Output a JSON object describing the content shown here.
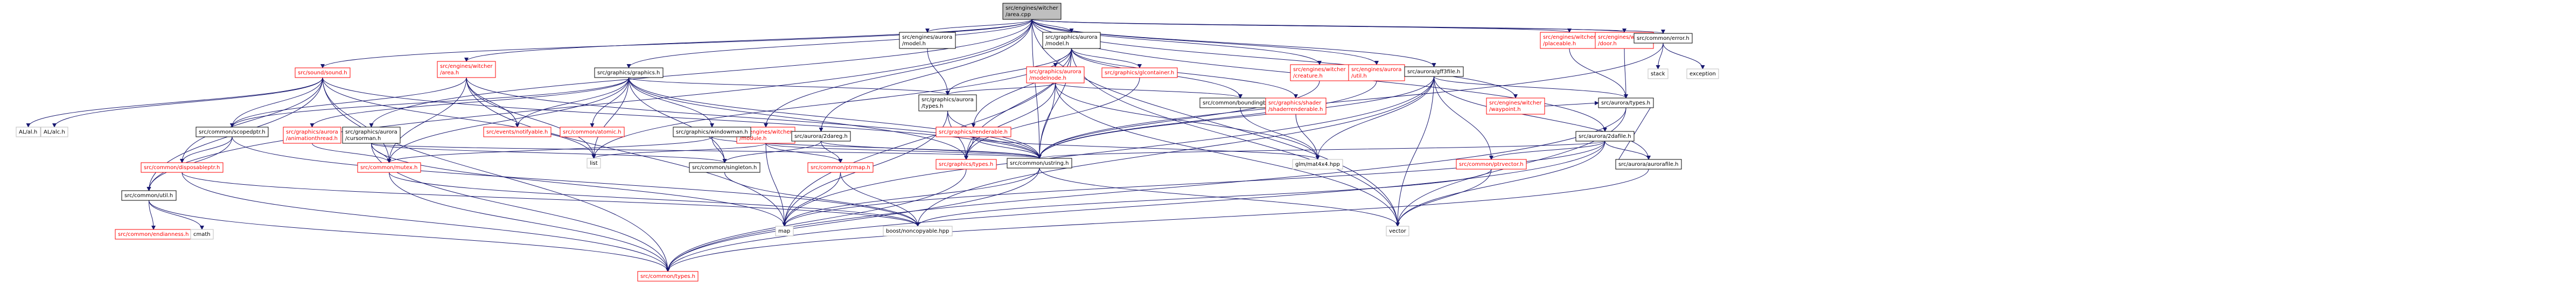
{
  "colors": {
    "background": "#ffffff",
    "root_fill": "#bfbfbf",
    "node_fill": "#ffffff",
    "border_black": "#000000",
    "border_red": "#ff0000",
    "border_gray": "#bfbfbf",
    "text_default": "#000000",
    "text_link": "#ff0000",
    "edge": "#191970"
  },
  "nodes": [
    {
      "id": "root",
      "lines": [
        "src/engines/witcher",
        "/area.cpp"
      ],
      "style": "root"
    },
    {
      "id": "sound",
      "lines": [
        "src/sound/sound.h"
      ],
      "style": "red"
    },
    {
      "id": "gfx",
      "lines": [
        "src/graphics/graphics.h"
      ],
      "style": "black"
    },
    {
      "id": "cursorman",
      "lines": [
        "src/graphics/aurora",
        "/cursorman.h"
      ],
      "style": "black"
    },
    {
      "id": "witcharea",
      "lines": [
        "src/engines/witcher",
        "/area.h"
      ],
      "style": "red"
    },
    {
      "id": "witchmodule",
      "lines": [
        "src/engines/witcher",
        "/module.h"
      ],
      "style": "red"
    },
    {
      "id": "auroramodel",
      "lines": [
        "src/engines/aurora",
        "/model.h"
      ],
      "style": "black"
    },
    {
      "id": "model",
      "lines": [
        "src/graphics/aurora",
        "/model.h"
      ],
      "style": "black"
    },
    {
      "id": "modelnode",
      "lines": [
        "src/graphics/aurora",
        "/modelnode.h"
      ],
      "style": "red"
    },
    {
      "id": "glcontainer",
      "lines": [
        "src/graphics/glcontainer.h"
      ],
      "style": "red"
    },
    {
      "id": "creature",
      "lines": [
        "src/engines/witcher",
        "/creature.h"
      ],
      "style": "red"
    },
    {
      "id": "aurorautil",
      "lines": [
        "src/engines/aurora",
        "/util.h"
      ],
      "style": "red"
    },
    {
      "id": "gff3file",
      "lines": [
        "src/aurora/gff3file.h"
      ],
      "style": "black"
    },
    {
      "id": "waypoint",
      "lines": [
        "src/engines/witcher",
        "/waypoint.h"
      ],
      "style": "red"
    },
    {
      "id": "placeable",
      "lines": [
        "src/engines/witcher",
        "/placeable.h"
      ],
      "style": "red"
    },
    {
      "id": "door",
      "lines": [
        "src/engines/witcher",
        "/door.h"
      ],
      "style": "red"
    },
    {
      "id": "error",
      "lines": [
        "src/common/error.h"
      ],
      "style": "black"
    },
    {
      "id": "stack",
      "lines": [
        "stack"
      ],
      "style": "gray"
    },
    {
      "id": "exception",
      "lines": [
        "exception"
      ],
      "style": "gray"
    },
    {
      "id": "alh",
      "lines": [
        "AL/al.h"
      ],
      "style": "gray"
    },
    {
      "id": "alch",
      "lines": [
        "AL/alc.h"
      ],
      "style": "gray"
    },
    {
      "id": "scopedptr",
      "lines": [
        "src/common/scopedptr.h"
      ],
      "style": "black"
    },
    {
      "id": "ustring",
      "lines": [
        "src/common/ustring.h"
      ],
      "style": "black"
    },
    {
      "id": "list",
      "lines": [
        "list"
      ],
      "style": "gray"
    },
    {
      "id": "disposableptr",
      "lines": [
        "src/common/disposableptr.h"
      ],
      "style": "red"
    },
    {
      "id": "animthread",
      "lines": [
        "src/graphics/aurora",
        "/animationthread.h"
      ],
      "style": "red"
    },
    {
      "id": "notifyable",
      "lines": [
        "src/events/notifyable.h"
      ],
      "style": "red"
    },
    {
      "id": "atomic",
      "lines": [
        "src/common/atomic.h"
      ],
      "style": "red"
    },
    {
      "id": "windowman",
      "lines": [
        "src/graphics/windowman.h"
      ],
      "style": "black"
    },
    {
      "id": "cutil",
      "lines": [
        "src/common/util.h"
      ],
      "style": "black"
    },
    {
      "id": "mutex",
      "lines": [
        "src/common/mutex.h"
      ],
      "style": "red"
    },
    {
      "id": "singleton",
      "lines": [
        "src/common/singleton.h"
      ],
      "style": "black"
    },
    {
      "id": "ptrmap",
      "lines": [
        "src/common/ptrmap.h"
      ],
      "style": "red"
    },
    {
      "id": "types2da",
      "lines": [
        "src/aurora/2dareg.h"
      ],
      "style": "black"
    },
    {
      "id": "auroratypes",
      "lines": [
        "src/graphics/aurora",
        "/types.h"
      ],
      "style": "black"
    },
    {
      "id": "renderable",
      "lines": [
        "src/graphics/renderable.h"
      ],
      "style": "red"
    },
    {
      "id": "gfxtypes",
      "lines": [
        "src/graphics/types.h"
      ],
      "style": "red"
    },
    {
      "id": "boundingbox",
      "lines": [
        "src/common/boundingbox.h"
      ],
      "style": "black"
    },
    {
      "id": "shaderrenderable",
      "lines": [
        "src/graphics/shader",
        "/shaderrenderable.h"
      ],
      "style": "red"
    },
    {
      "id": "mat4",
      "lines": [
        "glm/mat4x4.hpp"
      ],
      "style": "gray"
    },
    {
      "id": "twodafile",
      "lines": [
        "src/aurora/2dafile.h"
      ],
      "style": "black"
    },
    {
      "id": "ptrvector",
      "lines": [
        "src/common/ptrvector.h"
      ],
      "style": "red"
    },
    {
      "id": "aurorafile",
      "lines": [
        "src/aurora/aurorafile.h"
      ],
      "style": "black"
    },
    {
      "id": "auroratypesh",
      "lines": [
        "src/aurora/types.h"
      ],
      "style": "black"
    },
    {
      "id": "endianness",
      "lines": [
        "src/common/endianness.h"
      ],
      "style": "red"
    },
    {
      "id": "cmath",
      "lines": [
        "cmath"
      ],
      "style": "gray"
    },
    {
      "id": "map",
      "lines": [
        "map"
      ],
      "style": "gray"
    },
    {
      "id": "noncopyable",
      "lines": [
        "boost/noncopyable.hpp"
      ],
      "style": "gray"
    },
    {
      "id": "vector",
      "lines": [
        "vector"
      ],
      "style": "gray"
    },
    {
      "id": "ctypes",
      "lines": [
        "src/common/types.h"
      ],
      "style": "red"
    }
  ],
  "edges": [
    [
      "root",
      "sound"
    ],
    [
      "root",
      "gfx"
    ],
    [
      "root",
      "cursorman"
    ],
    [
      "root",
      "witcharea"
    ],
    [
      "root",
      "witchmodule"
    ],
    [
      "root",
      "auroramodel"
    ],
    [
      "root",
      "model"
    ],
    [
      "root",
      "types2da"
    ],
    [
      "root",
      "gff3file"
    ],
    [
      "root",
      "creature"
    ],
    [
      "root",
      "waypoint"
    ],
    [
      "root",
      "placeable"
    ],
    [
      "root",
      "door"
    ],
    [
      "root",
      "error"
    ],
    [
      "root",
      "cutil"
    ],
    [
      "root",
      "ustring"
    ],
    [
      "root",
      "aurorautil"
    ],
    [
      "root",
      "vector"
    ],
    [
      "root",
      "twodafile"
    ],
    [
      "error",
      "stack"
    ],
    [
      "error",
      "exception"
    ],
    [
      "error",
      "ustring"
    ],
    [
      "sound",
      "alh"
    ],
    [
      "sound",
      "alch"
    ],
    [
      "sound",
      "scopedptr"
    ],
    [
      "sound",
      "disposableptr"
    ],
    [
      "sound",
      "ustring"
    ],
    [
      "sound",
      "mutex"
    ],
    [
      "sound",
      "cutil"
    ],
    [
      "sound",
      "list"
    ],
    [
      "sound",
      "ctypes"
    ],
    [
      "gfx",
      "scopedptr"
    ],
    [
      "gfx",
      "ustring"
    ],
    [
      "gfx",
      "list"
    ],
    [
      "gfx",
      "animthread"
    ],
    [
      "gfx",
      "notifyable"
    ],
    [
      "gfx",
      "atomic"
    ],
    [
      "gfx",
      "windowman"
    ],
    [
      "gfx",
      "mutex"
    ],
    [
      "gfx",
      "singleton"
    ],
    [
      "gfx",
      "auroratypes"
    ],
    [
      "gfx",
      "gfxtypes"
    ],
    [
      "cursorman",
      "ustring"
    ],
    [
      "cursorman",
      "singleton"
    ],
    [
      "cursorman",
      "mutex"
    ],
    [
      "cursorman",
      "map"
    ],
    [
      "cursorman",
      "ctypes"
    ],
    [
      "witcharea",
      "list"
    ],
    [
      "witcharea",
      "ustring"
    ],
    [
      "witcharea",
      "notifyable"
    ],
    [
      "witcharea",
      "mutex"
    ],
    [
      "witcharea",
      "scopedptr"
    ],
    [
      "witcharea",
      "map"
    ],
    [
      "witchmodule",
      "ptrmap"
    ],
    [
      "witchmodule",
      "ustring"
    ],
    [
      "witchmodule",
      "list"
    ],
    [
      "witchmodule",
      "map"
    ],
    [
      "auroramodel",
      "auroratypes"
    ],
    [
      "model",
      "auroratypes"
    ],
    [
      "model",
      "modelnode"
    ],
    [
      "model",
      "glcontainer"
    ],
    [
      "model",
      "renderable"
    ],
    [
      "model",
      "list"
    ],
    [
      "model",
      "map"
    ],
    [
      "model",
      "ustring"
    ],
    [
      "model",
      "boundingbox"
    ],
    [
      "model",
      "shaderrenderable"
    ],
    [
      "model",
      "vector"
    ],
    [
      "model",
      "gfxtypes"
    ],
    [
      "modelnode",
      "auroratypes"
    ],
    [
      "modelnode",
      "boundingbox"
    ],
    [
      "modelnode",
      "mat4"
    ],
    [
      "modelnode",
      "ustring"
    ],
    [
      "modelnode",
      "gfxtypes"
    ],
    [
      "modelnode",
      "vector"
    ],
    [
      "glcontainer",
      "gfxtypes"
    ],
    [
      "renderable",
      "gfxtypes"
    ],
    [
      "renderable",
      "mat4"
    ],
    [
      "renderable",
      "ustring"
    ],
    [
      "shaderrenderable",
      "mat4"
    ],
    [
      "types2da",
      "ustring"
    ],
    [
      "types2da",
      "singleton"
    ],
    [
      "types2da",
      "ptrmap"
    ],
    [
      "gff3file",
      "ustring"
    ],
    [
      "gff3file",
      "auroratypesh"
    ],
    [
      "gff3file",
      "aurorafile"
    ],
    [
      "gff3file",
      "ptrvector"
    ],
    [
      "gff3file",
      "noncopyable"
    ],
    [
      "gff3file",
      "map"
    ],
    [
      "gff3file",
      "vector"
    ],
    [
      "gff3file",
      "mat4"
    ],
    [
      "twodafile",
      "ustring"
    ],
    [
      "twodafile",
      "aurorafile"
    ],
    [
      "twodafile",
      "ptrvector"
    ],
    [
      "twodafile",
      "map"
    ],
    [
      "twodafile",
      "vector"
    ],
    [
      "twodafile",
      "ctypes"
    ],
    [
      "creature",
      "ustring"
    ],
    [
      "placeable",
      "auroratypesh"
    ],
    [
      "door",
      "auroratypesh"
    ],
    [
      "waypoint",
      "auroratypesh"
    ],
    [
      "aurorautil",
      "ustring"
    ],
    [
      "scopedptr",
      "cutil"
    ],
    [
      "scopedptr",
      "disposableptr"
    ],
    [
      "scopedptr",
      "noncopyable"
    ],
    [
      "cutil",
      "endianness"
    ],
    [
      "cutil",
      "cmath"
    ],
    [
      "cutil",
      "ctypes"
    ],
    [
      "disposableptr",
      "noncopyable"
    ],
    [
      "disposableptr",
      "ctypes"
    ],
    [
      "animthread",
      "mutex"
    ],
    [
      "mutex",
      "noncopyable"
    ],
    [
      "mutex",
      "ctypes"
    ],
    [
      "singleton",
      "noncopyable"
    ],
    [
      "ptrmap",
      "map"
    ],
    [
      "ptrmap",
      "noncopyable"
    ],
    [
      "ustring",
      "ctypes"
    ],
    [
      "ustring",
      "vector"
    ],
    [
      "ustring",
      "map"
    ],
    [
      "auroratypes",
      "gfxtypes"
    ],
    [
      "auroratypes",
      "ustring"
    ],
    [
      "auroratypes",
      "map"
    ],
    [
      "gfxtypes",
      "ctypes"
    ],
    [
      "ptrvector",
      "vector"
    ],
    [
      "ptrvector",
      "noncopyable"
    ],
    [
      "aurorafile",
      "auroratypesh"
    ],
    [
      "aurorafile",
      "ctypes"
    ],
    [
      "auroratypesh",
      "ctypes"
    ],
    [
      "auroratypesh",
      "vector"
    ],
    [
      "boundingbox",
      "mat4"
    ],
    [
      "windowman",
      "singleton"
    ],
    [
      "windowman",
      "mutex"
    ],
    [
      "windowman",
      "ustring"
    ]
  ]
}
